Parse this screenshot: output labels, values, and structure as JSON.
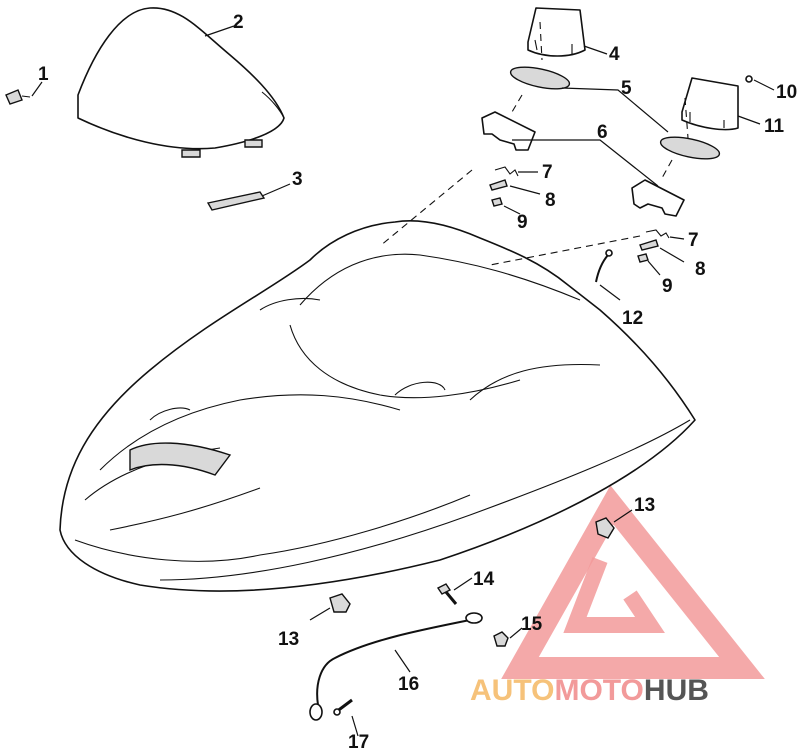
{
  "watermark": {
    "parts": [
      "AUTO",
      "MOTO",
      "HUB"
    ],
    "colors": {
      "auto": "#f6c27a",
      "moto": "#f29a9a",
      "hub": "#555555"
    }
  },
  "callouts": {
    "c1": "1",
    "c2": "2",
    "c3": "3",
    "c4": "4",
    "c5": "5",
    "c6": "6",
    "c7a": "7",
    "c8a": "8",
    "c9a": "9",
    "c10": "10",
    "c11": "11",
    "c7b": "7",
    "c8b": "8",
    "c9b": "9",
    "c12": "12",
    "c13a": "13",
    "c13b": "13",
    "c14": "14",
    "c15": "15",
    "c16": "16",
    "c17": "17"
  }
}
